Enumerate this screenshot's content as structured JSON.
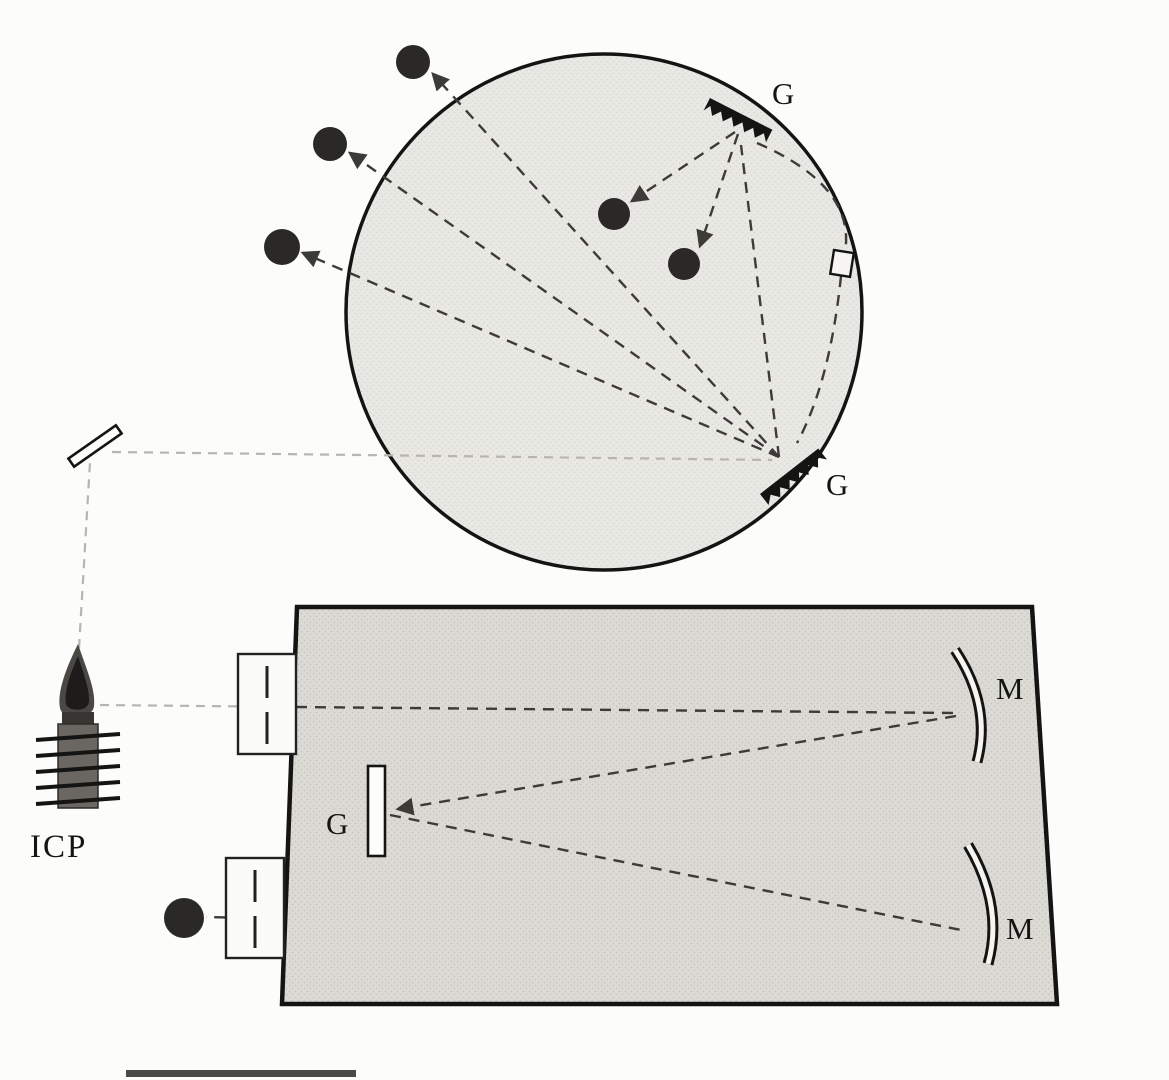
{
  "diagram": {
    "type": "optical-schematic",
    "labels": {
      "grating_top": "G",
      "grating_bottom": "G",
      "grating_mono": "G",
      "mirror_top": "M",
      "mirror_bottom": "M",
      "source": "ICP"
    },
    "colors": {
      "circle_fill": "#e9e8e4",
      "rect_fill": "#dcdad5",
      "detector": "#2b2927",
      "line": "#3c3b38",
      "faint_line": "#b8b5ae",
      "ink": "#141413",
      "background": "#fcfcfa"
    }
  }
}
